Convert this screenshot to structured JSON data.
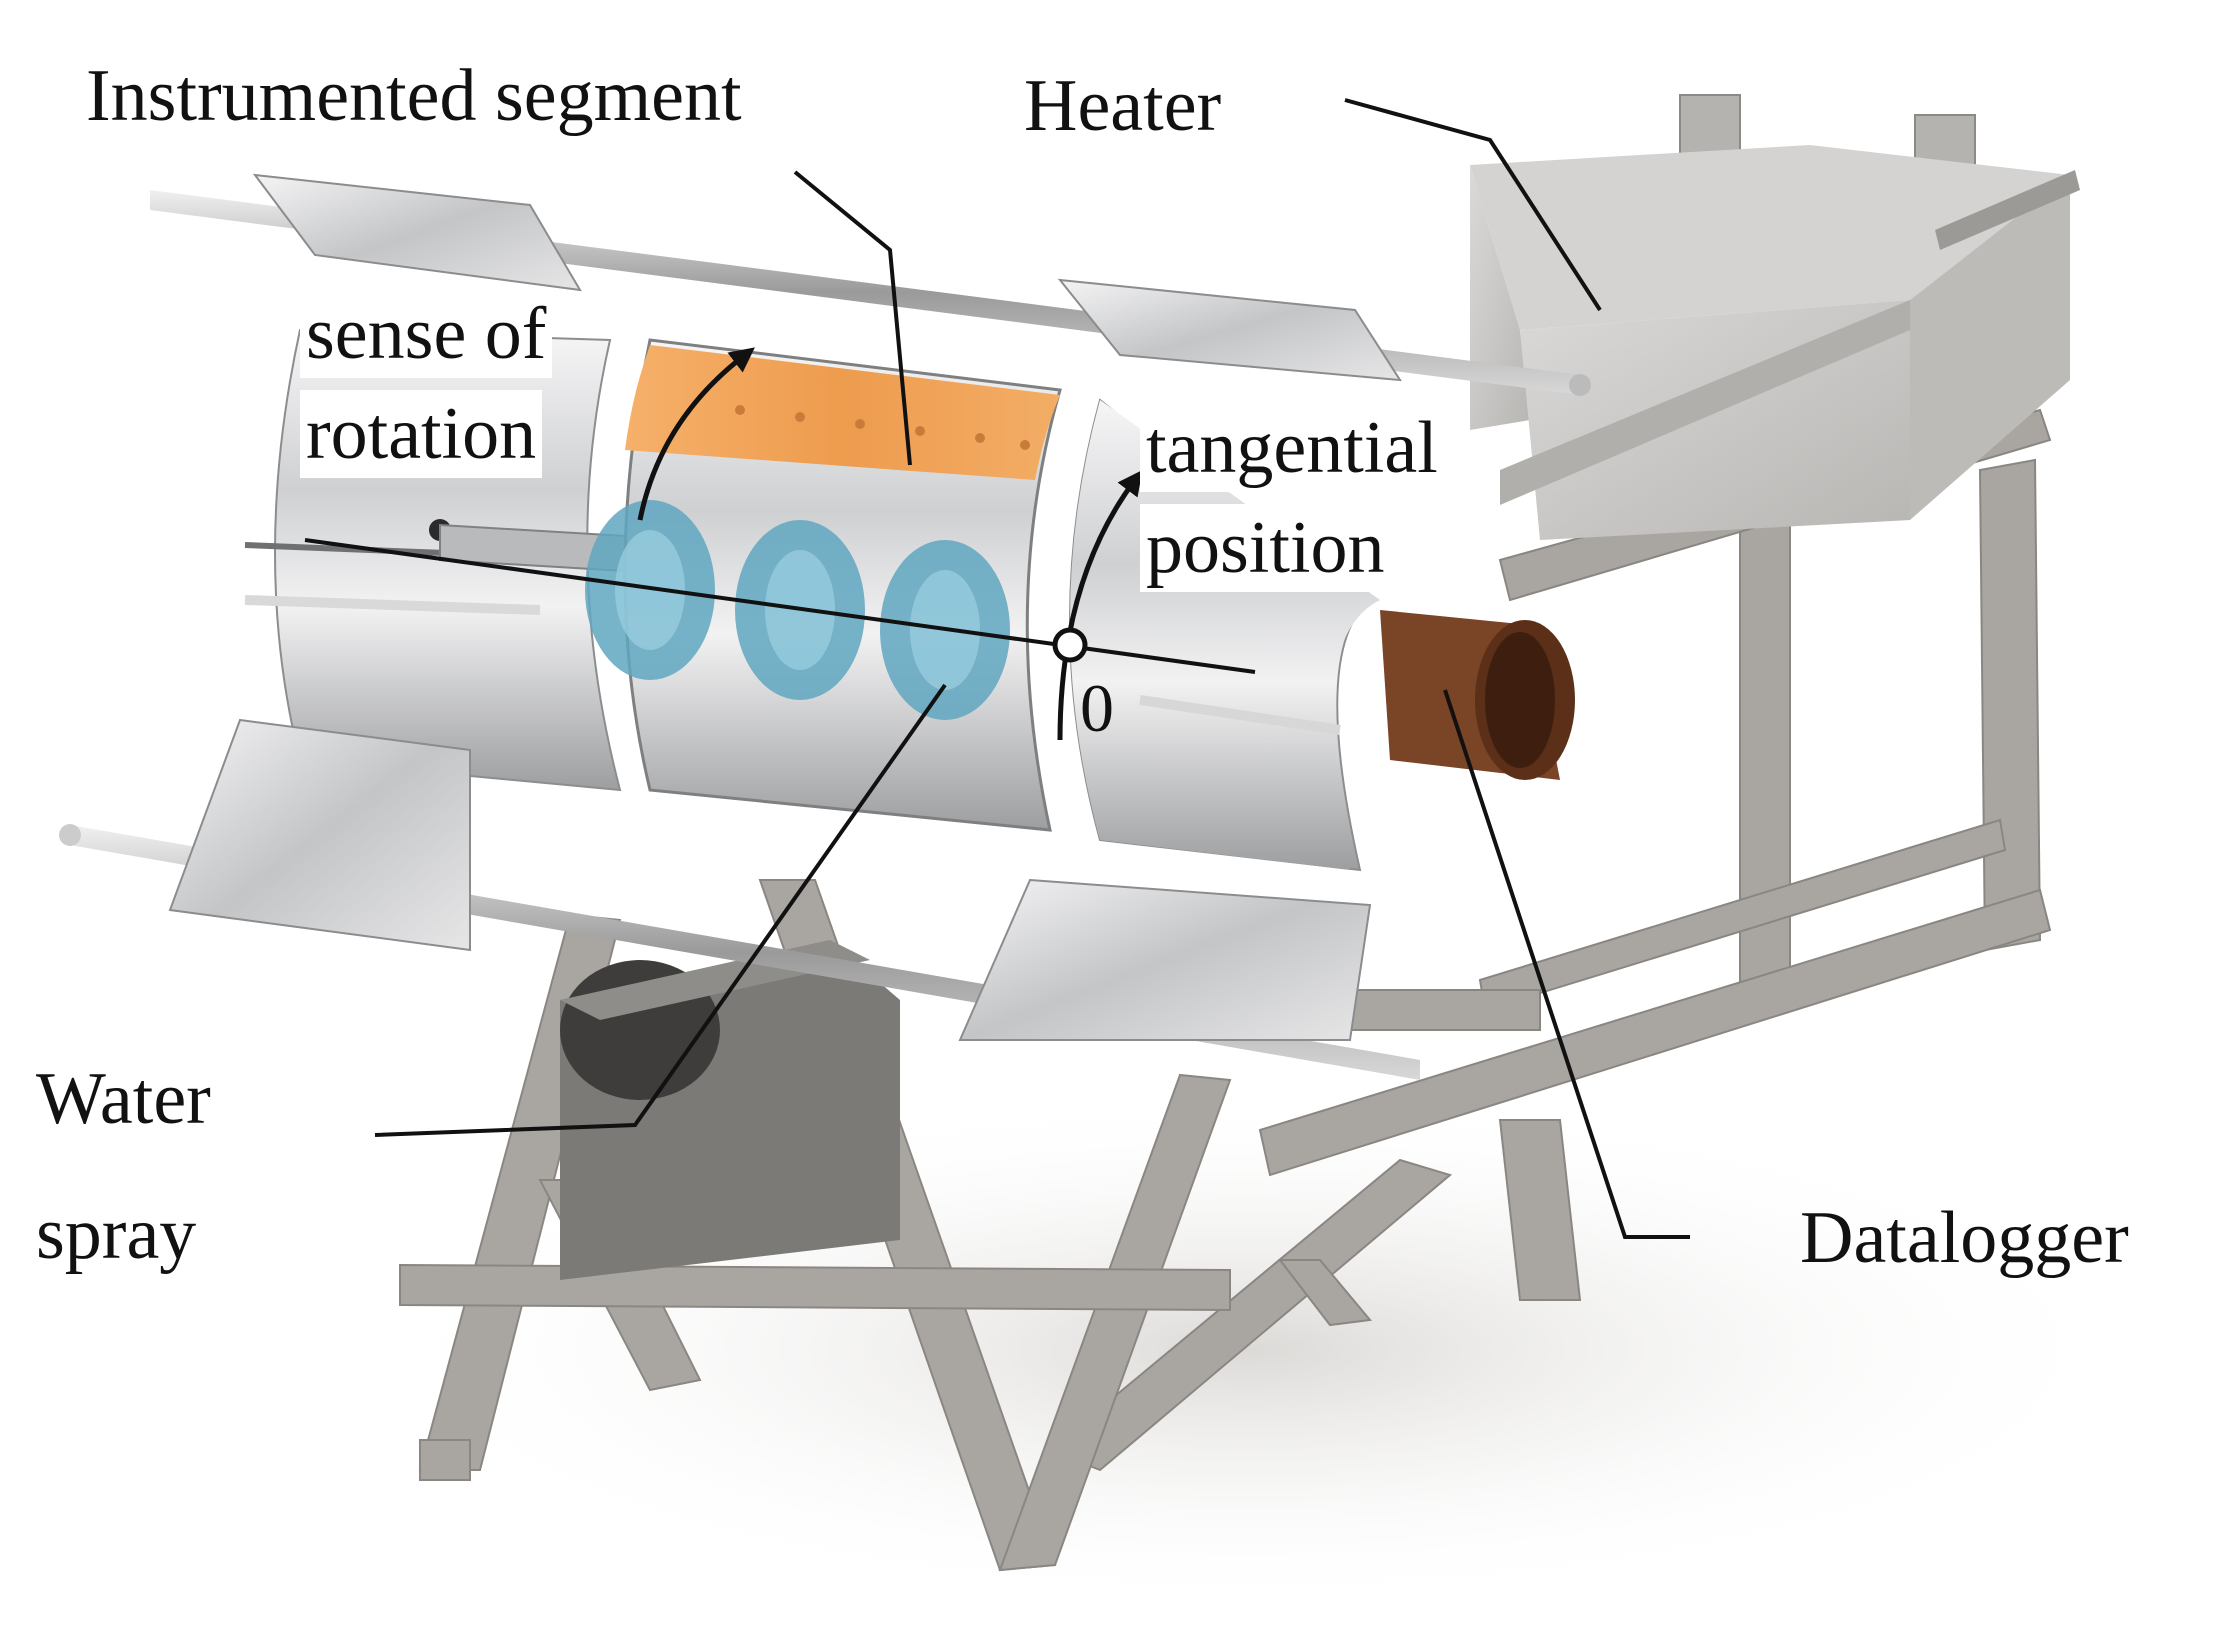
{
  "labels": {
    "instrumented_segment": "Instrumented segment",
    "heater": "Heater",
    "sense_of_rotation_line1": "sense of",
    "sense_of_rotation_line2": "rotation",
    "tangential_position_line1": "tangential",
    "tangential_position_line2": "position",
    "zero_marker": "0",
    "water_spray_line1": "Water",
    "water_spray_line2": "spray",
    "datalogger": "Datalogger"
  },
  "colors": {
    "metal_light": "#e9e9ea",
    "metal_mid": "#bdbdbf",
    "metal_dark": "#8a8a8c",
    "frame": "#a9a6a2",
    "frame_dark": "#7d7a76",
    "instrumented_orange": "#f0a35a",
    "spray_blue": "#5fa6c0",
    "datalogger_brown": "#6b3a1f",
    "leader_line": "#111111"
  }
}
